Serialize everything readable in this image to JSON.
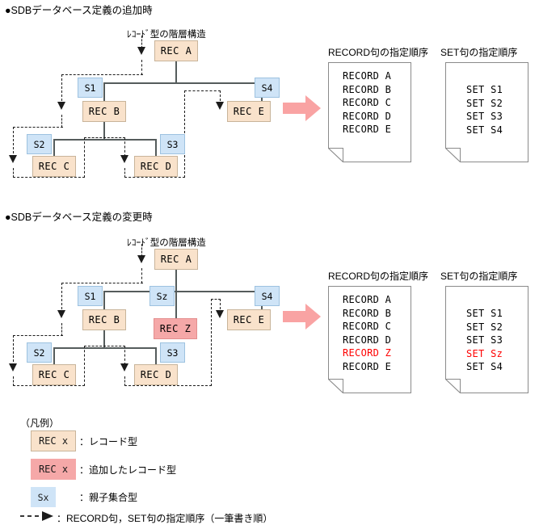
{
  "sections": [
    {
      "heading": "●SDBデータベース定義の追加時",
      "hierarchy_label": "ﾚｺｰﾄﾞ型の階層構造",
      "nodes": {
        "rec_a": "REC A",
        "rec_b": "REC B",
        "rec_c": "REC C",
        "rec_d": "REC D",
        "rec_e": "REC E",
        "s1": "S1",
        "s2": "S2",
        "s3": "S3",
        "s4": "S4"
      },
      "documents": [
        {
          "title": "RECORD句の指定順序",
          "lines": [
            {
              "text": "RECORD A",
              "highlight": false
            },
            {
              "text": "RECORD B",
              "highlight": false
            },
            {
              "text": "RECORD C",
              "highlight": false
            },
            {
              "text": "RECORD D",
              "highlight": false
            },
            {
              "text": "RECORD E",
              "highlight": false
            }
          ]
        },
        {
          "title": "SET句の指定順序",
          "lines": [
            {
              "text": "SET S1",
              "highlight": false
            },
            {
              "text": "SET S2",
              "highlight": false
            },
            {
              "text": "SET S3",
              "highlight": false
            },
            {
              "text": "SET S4",
              "highlight": false
            }
          ]
        }
      ]
    },
    {
      "heading": "●SDBデータベース定義の変更時",
      "hierarchy_label": "ﾚｺｰﾄﾞ型の階層構造",
      "nodes": {
        "rec_a": "REC A",
        "rec_b": "REC B",
        "rec_c": "REC C",
        "rec_d": "REC D",
        "rec_e": "REC E",
        "rec_z": "REC Z",
        "s1": "S1",
        "s2": "S2",
        "s3": "S3",
        "s4": "S4",
        "sz": "Sz"
      },
      "documents": [
        {
          "title": "RECORD句の指定順序",
          "lines": [
            {
              "text": "RECORD A",
              "highlight": false
            },
            {
              "text": "RECORD B",
              "highlight": false
            },
            {
              "text": "RECORD C",
              "highlight": false
            },
            {
              "text": "RECORD D",
              "highlight": false
            },
            {
              "text": "RECORD Z",
              "highlight": true
            },
            {
              "text": "RECORD E",
              "highlight": false
            }
          ]
        },
        {
          "title": "SET句の指定順序",
          "lines": [
            {
              "text": "SET S1",
              "highlight": false
            },
            {
              "text": "SET S2",
              "highlight": false
            },
            {
              "text": "SET S3",
              "highlight": false
            },
            {
              "text": "SET Sz",
              "highlight": true
            },
            {
              "text": "SET S4",
              "highlight": false
            }
          ]
        }
      ]
    }
  ],
  "legend": {
    "title": "（凡例）",
    "items": [
      {
        "sample": "REC x",
        "text": "：レコード型"
      },
      {
        "sample": "REC x",
        "text": "：追加したレコード型"
      },
      {
        "sample": "Sx",
        "text": "：親子集合型"
      },
      {
        "sample": "",
        "text": "：RECORD句，SET句の指定順序（一筆書き順）"
      }
    ]
  },
  "colors": {
    "record_box": "#f9e2cb",
    "record_box_border": "#c8b49a",
    "added_record_box": "#f5a8a8",
    "set_box": "#cfe4f7",
    "set_box_border": "#9dc2e0",
    "arrow_pink": "#f9a3a3",
    "highlight_text": "#ff0000",
    "line": "#555c5c",
    "dashed_line": "#1c1c1c"
  }
}
